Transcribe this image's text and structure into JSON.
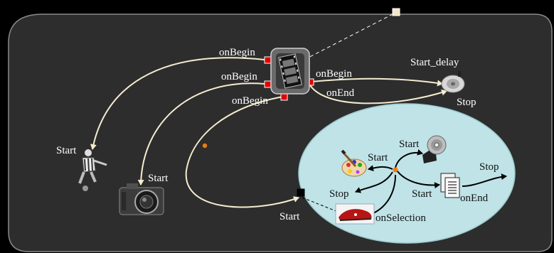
{
  "colors": {
    "background": "#000000",
    "panel": "#2d2d2d",
    "panel_border": "#8a8a8a",
    "arrow_light": "#f5ecd0",
    "arrow_dark": "#000000",
    "port_red": "#e00000",
    "ellipse": "#bfe3e7",
    "orange_point": "#f07a10"
  },
  "labels": {
    "onbegin_1": "onBegin",
    "onbegin_2": "onBegin",
    "onbegin_3": "onBegin",
    "onbegin_4": "onBegin",
    "onend_1": "onEnd",
    "start_delay": "Start_delay",
    "stop_1": "Stop",
    "start_player": "Start",
    "start_camera": "Start",
    "start_bottom": "Start",
    "start_palette": "Start",
    "start_disc": "Start",
    "start_doc": "Start",
    "stop_2": "Stop",
    "stop_3": "Stop",
    "onend_2": "onEnd",
    "onselection": "onSelection"
  },
  "icons": {
    "film": "film-strip-icon",
    "speaker": "speaker-icon",
    "player": "football-player-icon",
    "camera": "camera-icon",
    "palette": "palette-icon",
    "disc": "cd-disc-icon",
    "document": "document-icon",
    "shoe": "shoe-icon"
  }
}
